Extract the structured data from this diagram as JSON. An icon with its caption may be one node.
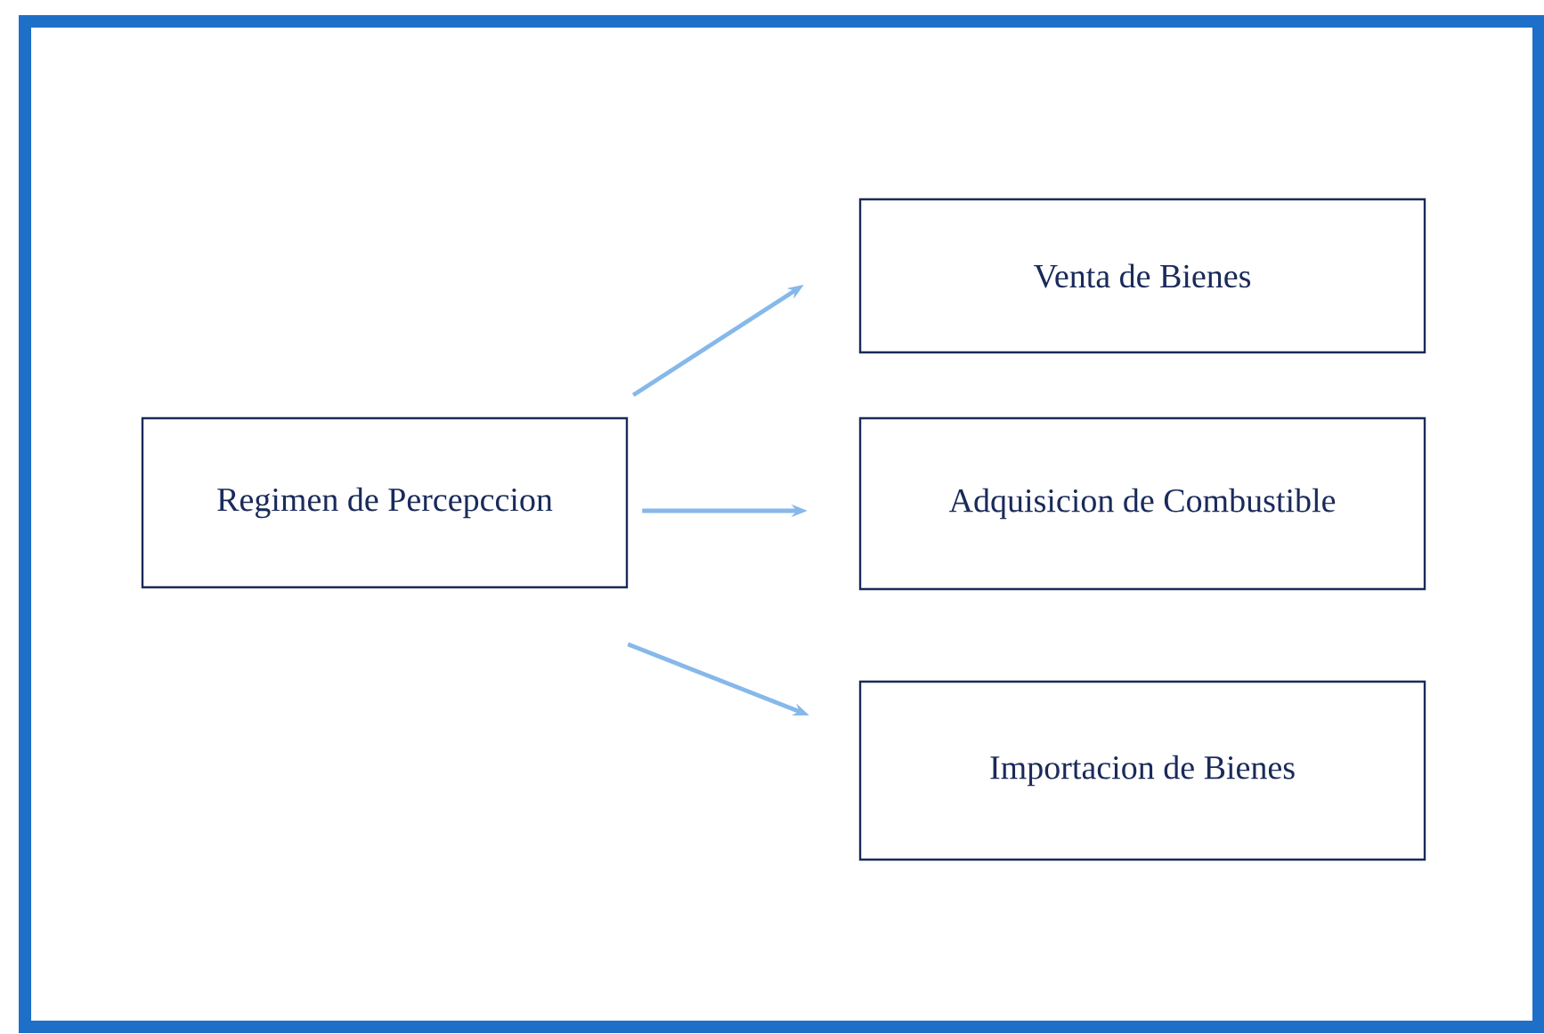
{
  "diagram": {
    "nodes": [
      {
        "text": [
          "Regimen de Percepccion"
        ]
      },
      {
        "text": [
          "Venta de Bienes"
        ]
      },
      {
        "text": [
          "Adquisicion de Combustible"
        ]
      },
      {
        "text": [
          "Importacion de Bienes"
        ]
      }
    ],
    "edges": [
      {
        "from": 0,
        "to": 1,
        "arrow": "to"
      },
      {
        "from": 0,
        "to": 2,
        "arrow": "to"
      },
      {
        "from": 0,
        "to": 3,
        "arrow": "to"
      }
    ]
  }
}
